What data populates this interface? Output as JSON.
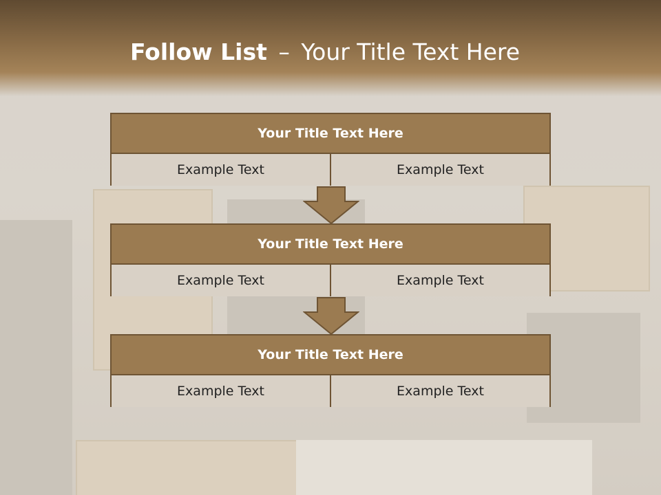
{
  "header": {
    "title_bold": "Follow List",
    "dash": "–",
    "title_rest": "Your Title Text Here"
  },
  "blocks": [
    {
      "title": "Your Title Text Here",
      "cells": [
        "Example Text",
        "Example Text"
      ]
    },
    {
      "title": "Your Title Text Here",
      "cells": [
        "Example Text",
        "Example Text"
      ]
    },
    {
      "title": "Your Title Text Here",
      "cells": [
        "Example Text",
        "Example Text"
      ]
    }
  ],
  "colors": {
    "header_dark": "#5f4a31",
    "accent_brown": "#9b7b51",
    "border_brown": "#6e5434",
    "cell_bg": "#d9d1c6"
  }
}
